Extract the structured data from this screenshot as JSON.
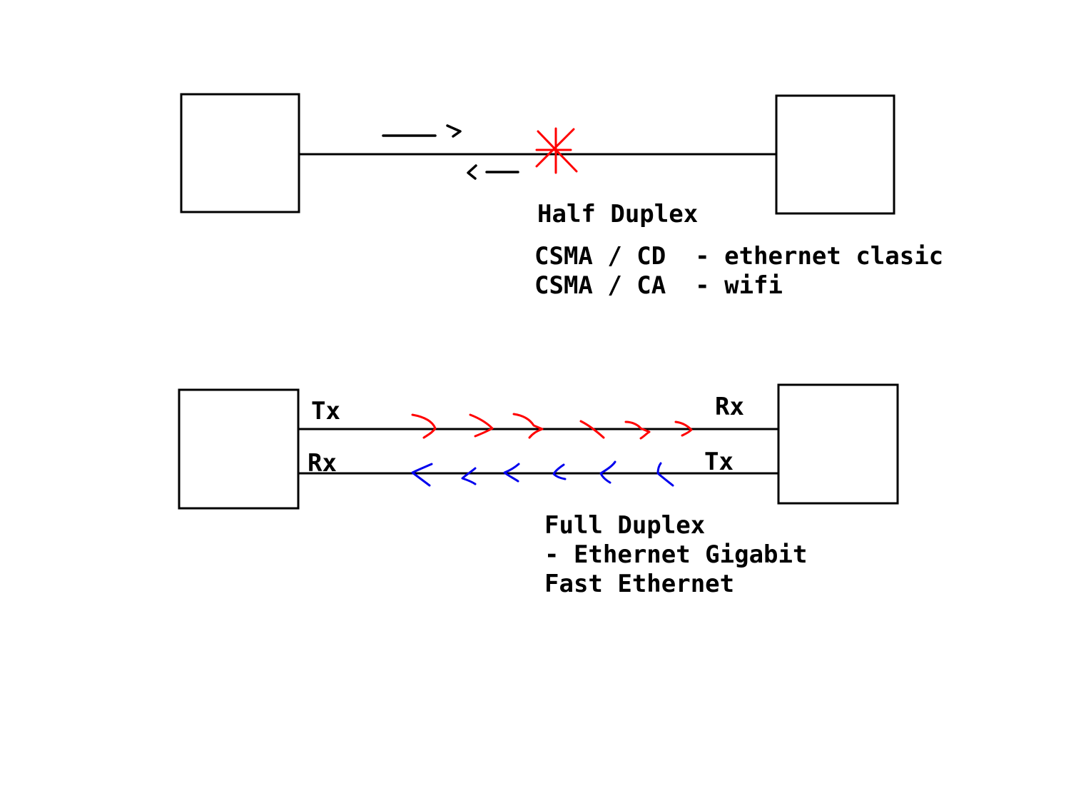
{
  "half_duplex": {
    "title": "Half Duplex",
    "protocols": [
      {
        "line": "CSMA / CD  - ethernet clasic"
      },
      {
        "line": "CSMA / CA  - wifi"
      }
    ],
    "collision_marker": "collision-star",
    "colors": {
      "collision": "#ff0000",
      "arrows": "#000000"
    }
  },
  "full_duplex": {
    "title": "Full Duplex",
    "examples": [
      {
        "line": "- Ethernet Gigabit"
      },
      {
        "line": "Fast Ethernet"
      }
    ],
    "left_labels": {
      "top": "Tx",
      "bottom": "Rx"
    },
    "right_labels": {
      "top": "Rx",
      "bottom": "Tx"
    },
    "colors": {
      "forward": "#ff0000",
      "backward": "#0000ee"
    }
  }
}
